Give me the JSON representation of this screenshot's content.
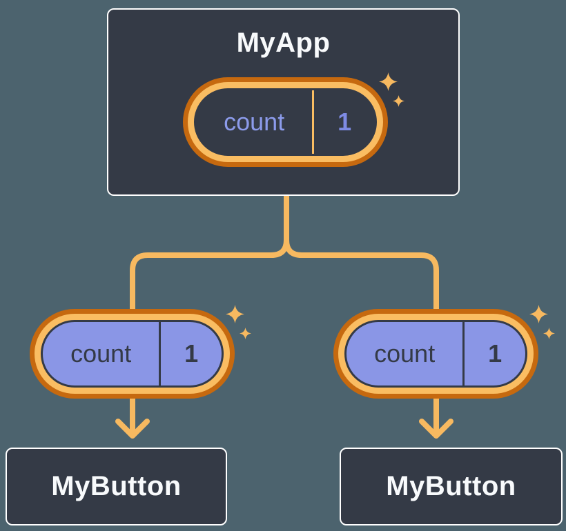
{
  "tree": {
    "root": {
      "label": "MyApp",
      "state": {
        "name": "count",
        "value": "1"
      }
    },
    "left_branch": {
      "prop": {
        "name": "count",
        "value": "1"
      },
      "child": {
        "label": "MyButton"
      }
    },
    "right_branch": {
      "prop": {
        "name": "count",
        "value": "1"
      },
      "child": {
        "label": "MyButton"
      }
    }
  },
  "icons": {
    "sparkle": "four-point-star",
    "arrow": "arrow-down"
  },
  "colors": {
    "background": "#4C636E",
    "card_background": "#343A46",
    "card_border": "#FFFFFF",
    "pill_ring_dark_orange": "#C6690F",
    "pill_ring_light_orange": "#FABD62",
    "connector_orange": "#F7B960",
    "pill_purple_fill": "#8A96E6",
    "state_text_periwinkle": "#8C9BEB",
    "state_value_periwinkle": "#7E8BE4",
    "dark_text": "#343A46",
    "title_text": "#F8FAFC"
  }
}
